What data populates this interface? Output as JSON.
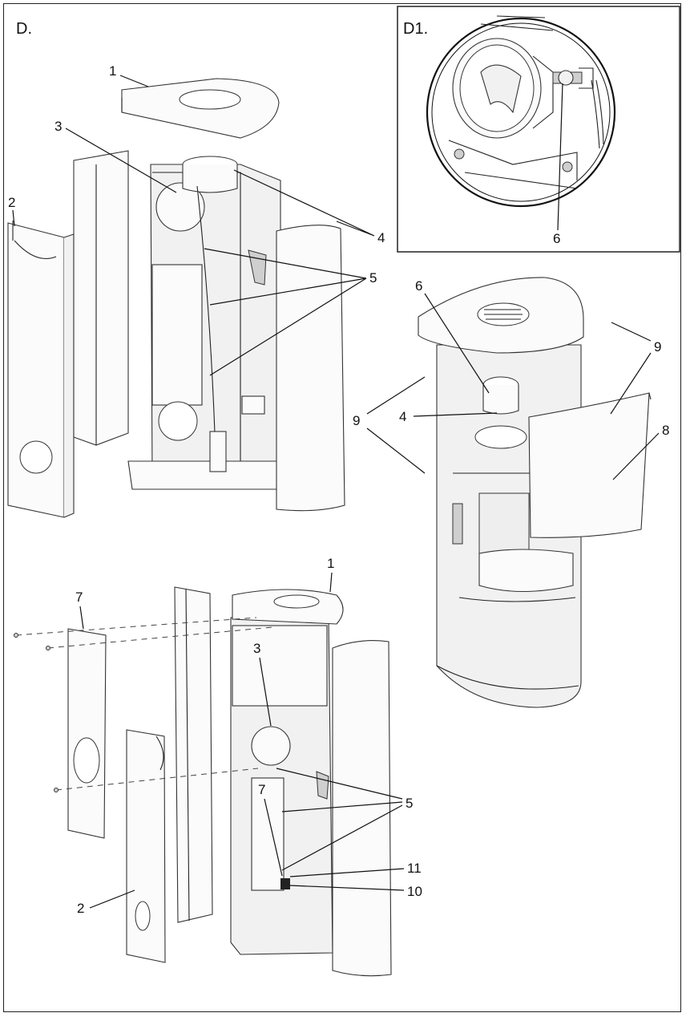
{
  "sections": {
    "main_label": "D.",
    "detail_label": "D1."
  },
  "callouts": {
    "d_top_cover": "1",
    "d_side_panel": "3",
    "d_back_panel": "2",
    "d_collar": "4",
    "d_screws": "5",
    "d1_sensor": "6",
    "r_sensor": "6",
    "r_collar": "4",
    "r_screws_right": "9",
    "r_screws_left": "9",
    "r_front_panel": "8",
    "b_top_cover": "1",
    "b_back_plate": "7",
    "b_side_panel": "3",
    "b_bracket": "7",
    "b_screws": "5",
    "b_part11": "11",
    "b_part10": "10",
    "b_back_panel": "2"
  }
}
